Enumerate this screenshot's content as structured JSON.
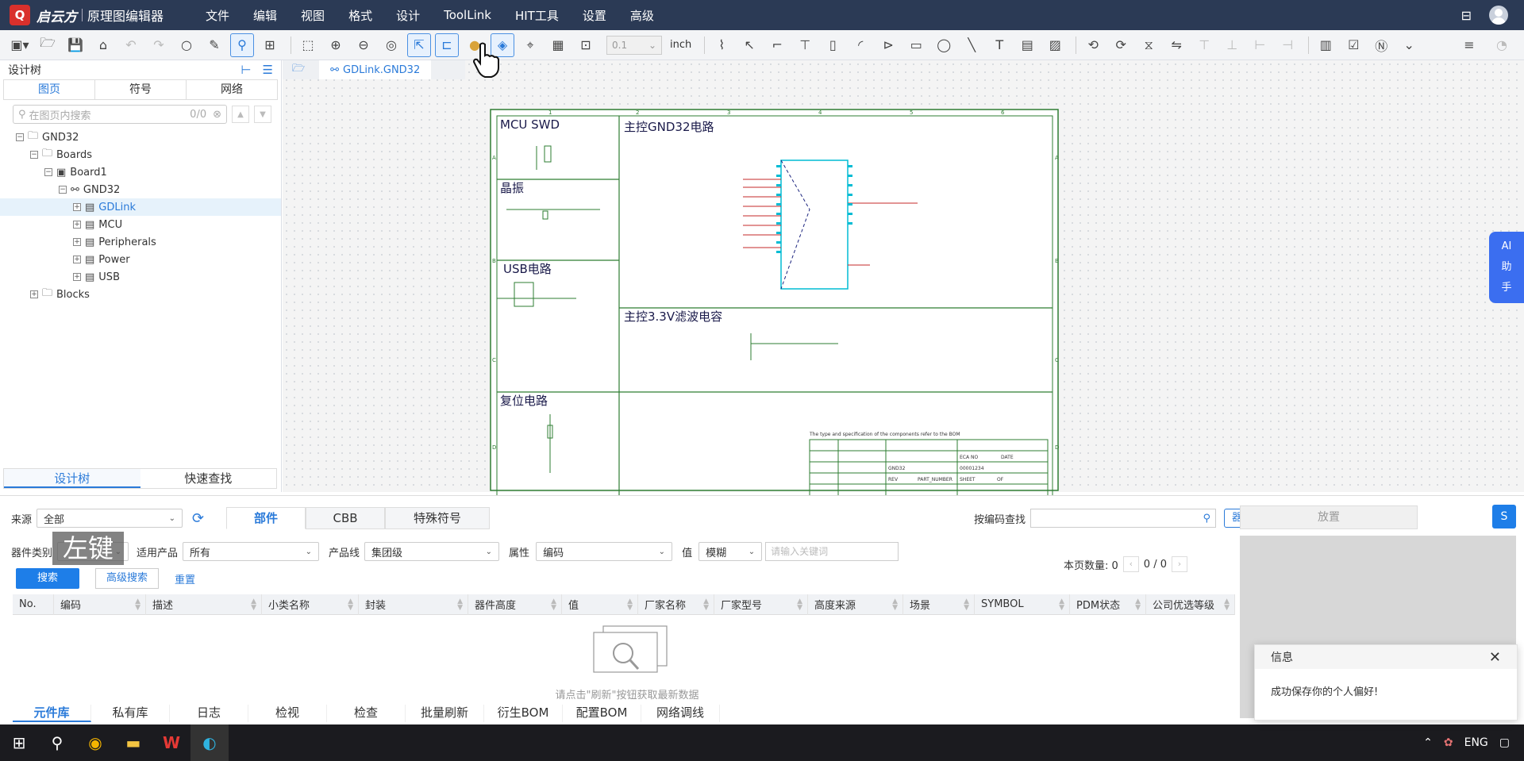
{
  "app": {
    "logo_text": "启云方",
    "name": "原理图编辑器"
  },
  "menu": [
    "文件",
    "编辑",
    "视图",
    "格式",
    "设计",
    "ToolLink",
    "HIT工具",
    "设置",
    "高级"
  ],
  "toolbar": {
    "grid_value": "0.1",
    "unit": "inch",
    "accent": "#2a7ad9"
  },
  "left_panel": {
    "title": "设计树",
    "tabs": [
      "图页",
      "符号",
      "网络"
    ],
    "search_placeholder": "在图页内搜索",
    "search_count": "0/0",
    "tree": [
      {
        "label": "GND32",
        "level": 0,
        "exp": "−",
        "icon": "folder-icon"
      },
      {
        "label": "Boards",
        "level": 1,
        "exp": "−",
        "icon": "folder-icon"
      },
      {
        "label": "Board1",
        "level": 2,
        "exp": "−",
        "icon": "board-icon"
      },
      {
        "label": "GND32",
        "level": 3,
        "exp": "−",
        "icon": "hierarchy-icon"
      },
      {
        "label": "GDLink",
        "level": 4,
        "exp": "+",
        "icon": "page-icon",
        "selected": true
      },
      {
        "label": "MCU",
        "level": 4,
        "exp": "+",
        "icon": "page-icon"
      },
      {
        "label": "Peripherals",
        "level": 4,
        "exp": "+",
        "icon": "page-icon"
      },
      {
        "label": "Power",
        "level": 4,
        "exp": "+",
        "icon": "page-icon"
      },
      {
        "label": "USB",
        "level": 4,
        "exp": "+",
        "icon": "page-icon"
      },
      {
        "label": "Blocks",
        "level": 1,
        "exp": "+",
        "icon": "folder-icon"
      }
    ],
    "bottom_tabs": [
      "设计树",
      "快速查找"
    ]
  },
  "canvas": {
    "doc_tab": "GDLink.GND32",
    "schematic": {
      "col_labels": [
        "1",
        "2",
        "3",
        "4",
        "5",
        "6"
      ],
      "row_labels": [
        "A",
        "B",
        "C",
        "D"
      ],
      "sections": [
        "MCU SWD",
        "晶振",
        "USB电路",
        "复位电路",
        "主控GND32电路",
        "主控3.3V滤波电容"
      ],
      "note": "The type and specification of the components refer to the BOM",
      "title_block": {
        "name": "GND32",
        "number": "00001234",
        "labels": [
          "REV",
          "PART_NUMBER",
          "SHEET",
          "OF",
          "ECA NO",
          "DATE"
        ]
      }
    }
  },
  "ai_helper": [
    "AI",
    "助",
    "手"
  ],
  "bottom_panel": {
    "source_label": "来源",
    "source_value": "全部",
    "lib_tabs": [
      "部件",
      "CBB",
      "特殊符号"
    ],
    "code_search_label": "按编码查找",
    "component_map_btn": "器件图谱",
    "place_btn": "放置",
    "s_btn": "S",
    "category_label": "器件类别",
    "product_label": "适用产品",
    "product_value": "所有",
    "line_label": "产品线",
    "line_value": "集团级",
    "attr_label": "属性",
    "attr_value": "编码",
    "value_label": "值",
    "match_value": "模糊",
    "keyword_placeholder": "请输入关键词",
    "page_count_label": "本页数量: 0",
    "page_info": "0 / 0",
    "search_btn": "搜索",
    "advanced_btn": "高级搜索",
    "reset_link": "重置",
    "columns": [
      "No.",
      "编码",
      "描述",
      "小类名称",
      "封装",
      "器件高度",
      "值",
      "厂家名称",
      "厂家型号",
      "高度来源",
      "场景",
      "SYMBOL",
      "PDM状态",
      "公司优选等级"
    ],
    "empty_text": "请点击\"刷新\"按钮获取最新数据",
    "tabs": [
      "元件库",
      "私有库",
      "日志",
      "检视",
      "检查",
      "批量刷新",
      "衍生BOM",
      "配置BOM",
      "网络调线"
    ]
  },
  "toast": {
    "title": "信息",
    "message": "成功保存你的个人偏好!"
  },
  "key_overlay": "左键",
  "taskbar": {
    "lang": "ENG"
  }
}
